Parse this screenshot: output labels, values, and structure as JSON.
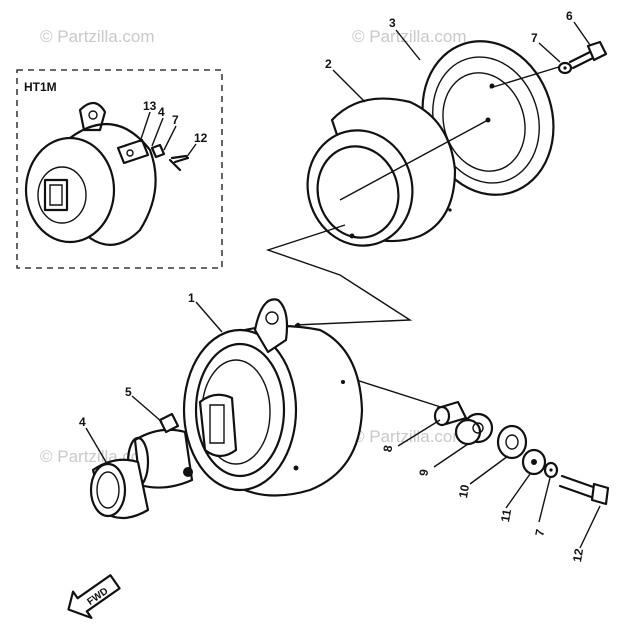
{
  "watermark": {
    "text": "© Partzilla.com",
    "color": "#c9c9c9"
  },
  "inset": {
    "title": "HT1M",
    "callouts": [
      "13",
      "4",
      "7",
      "12"
    ]
  },
  "callouts": {
    "c1": "1",
    "c2": "2",
    "c3": "3",
    "c4": "4",
    "c5": "5",
    "c6": "6",
    "c7a": "7",
    "c7b": "7",
    "c8": "8",
    "c9": "9",
    "c10": "10",
    "c11": "11",
    "c12": "12"
  },
  "fwd_marker": {
    "label": "FWD"
  },
  "colors": {
    "line": "#111111",
    "background": "#ffffff"
  }
}
